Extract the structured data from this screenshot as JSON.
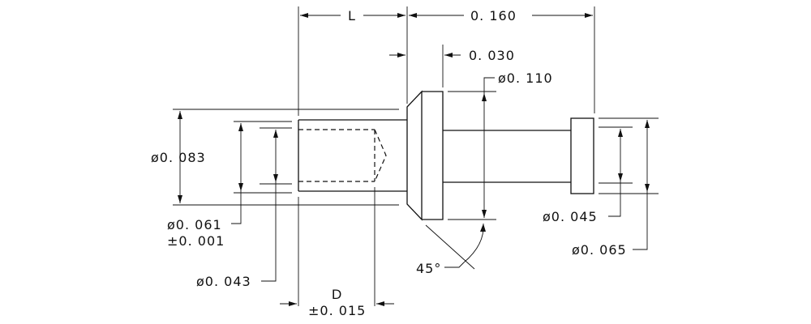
{
  "drawing": {
    "dimensions": {
      "length_label": "L",
      "overall_length": "0. 160",
      "head_thickness": "0. 030",
      "head_diameter": "ø0. 110",
      "outer_body_diameter": "ø0. 083",
      "hole_diameter": "ø0. 061",
      "hole_tolerance": "±0. 001",
      "bore_diameter": "ø0. 043",
      "depth_label": "D",
      "depth_tolerance": "±0. 015",
      "chamfer_angle": "45°",
      "stem_diameter": "ø0. 045",
      "collar_diameter": "ø0. 065"
    }
  }
}
